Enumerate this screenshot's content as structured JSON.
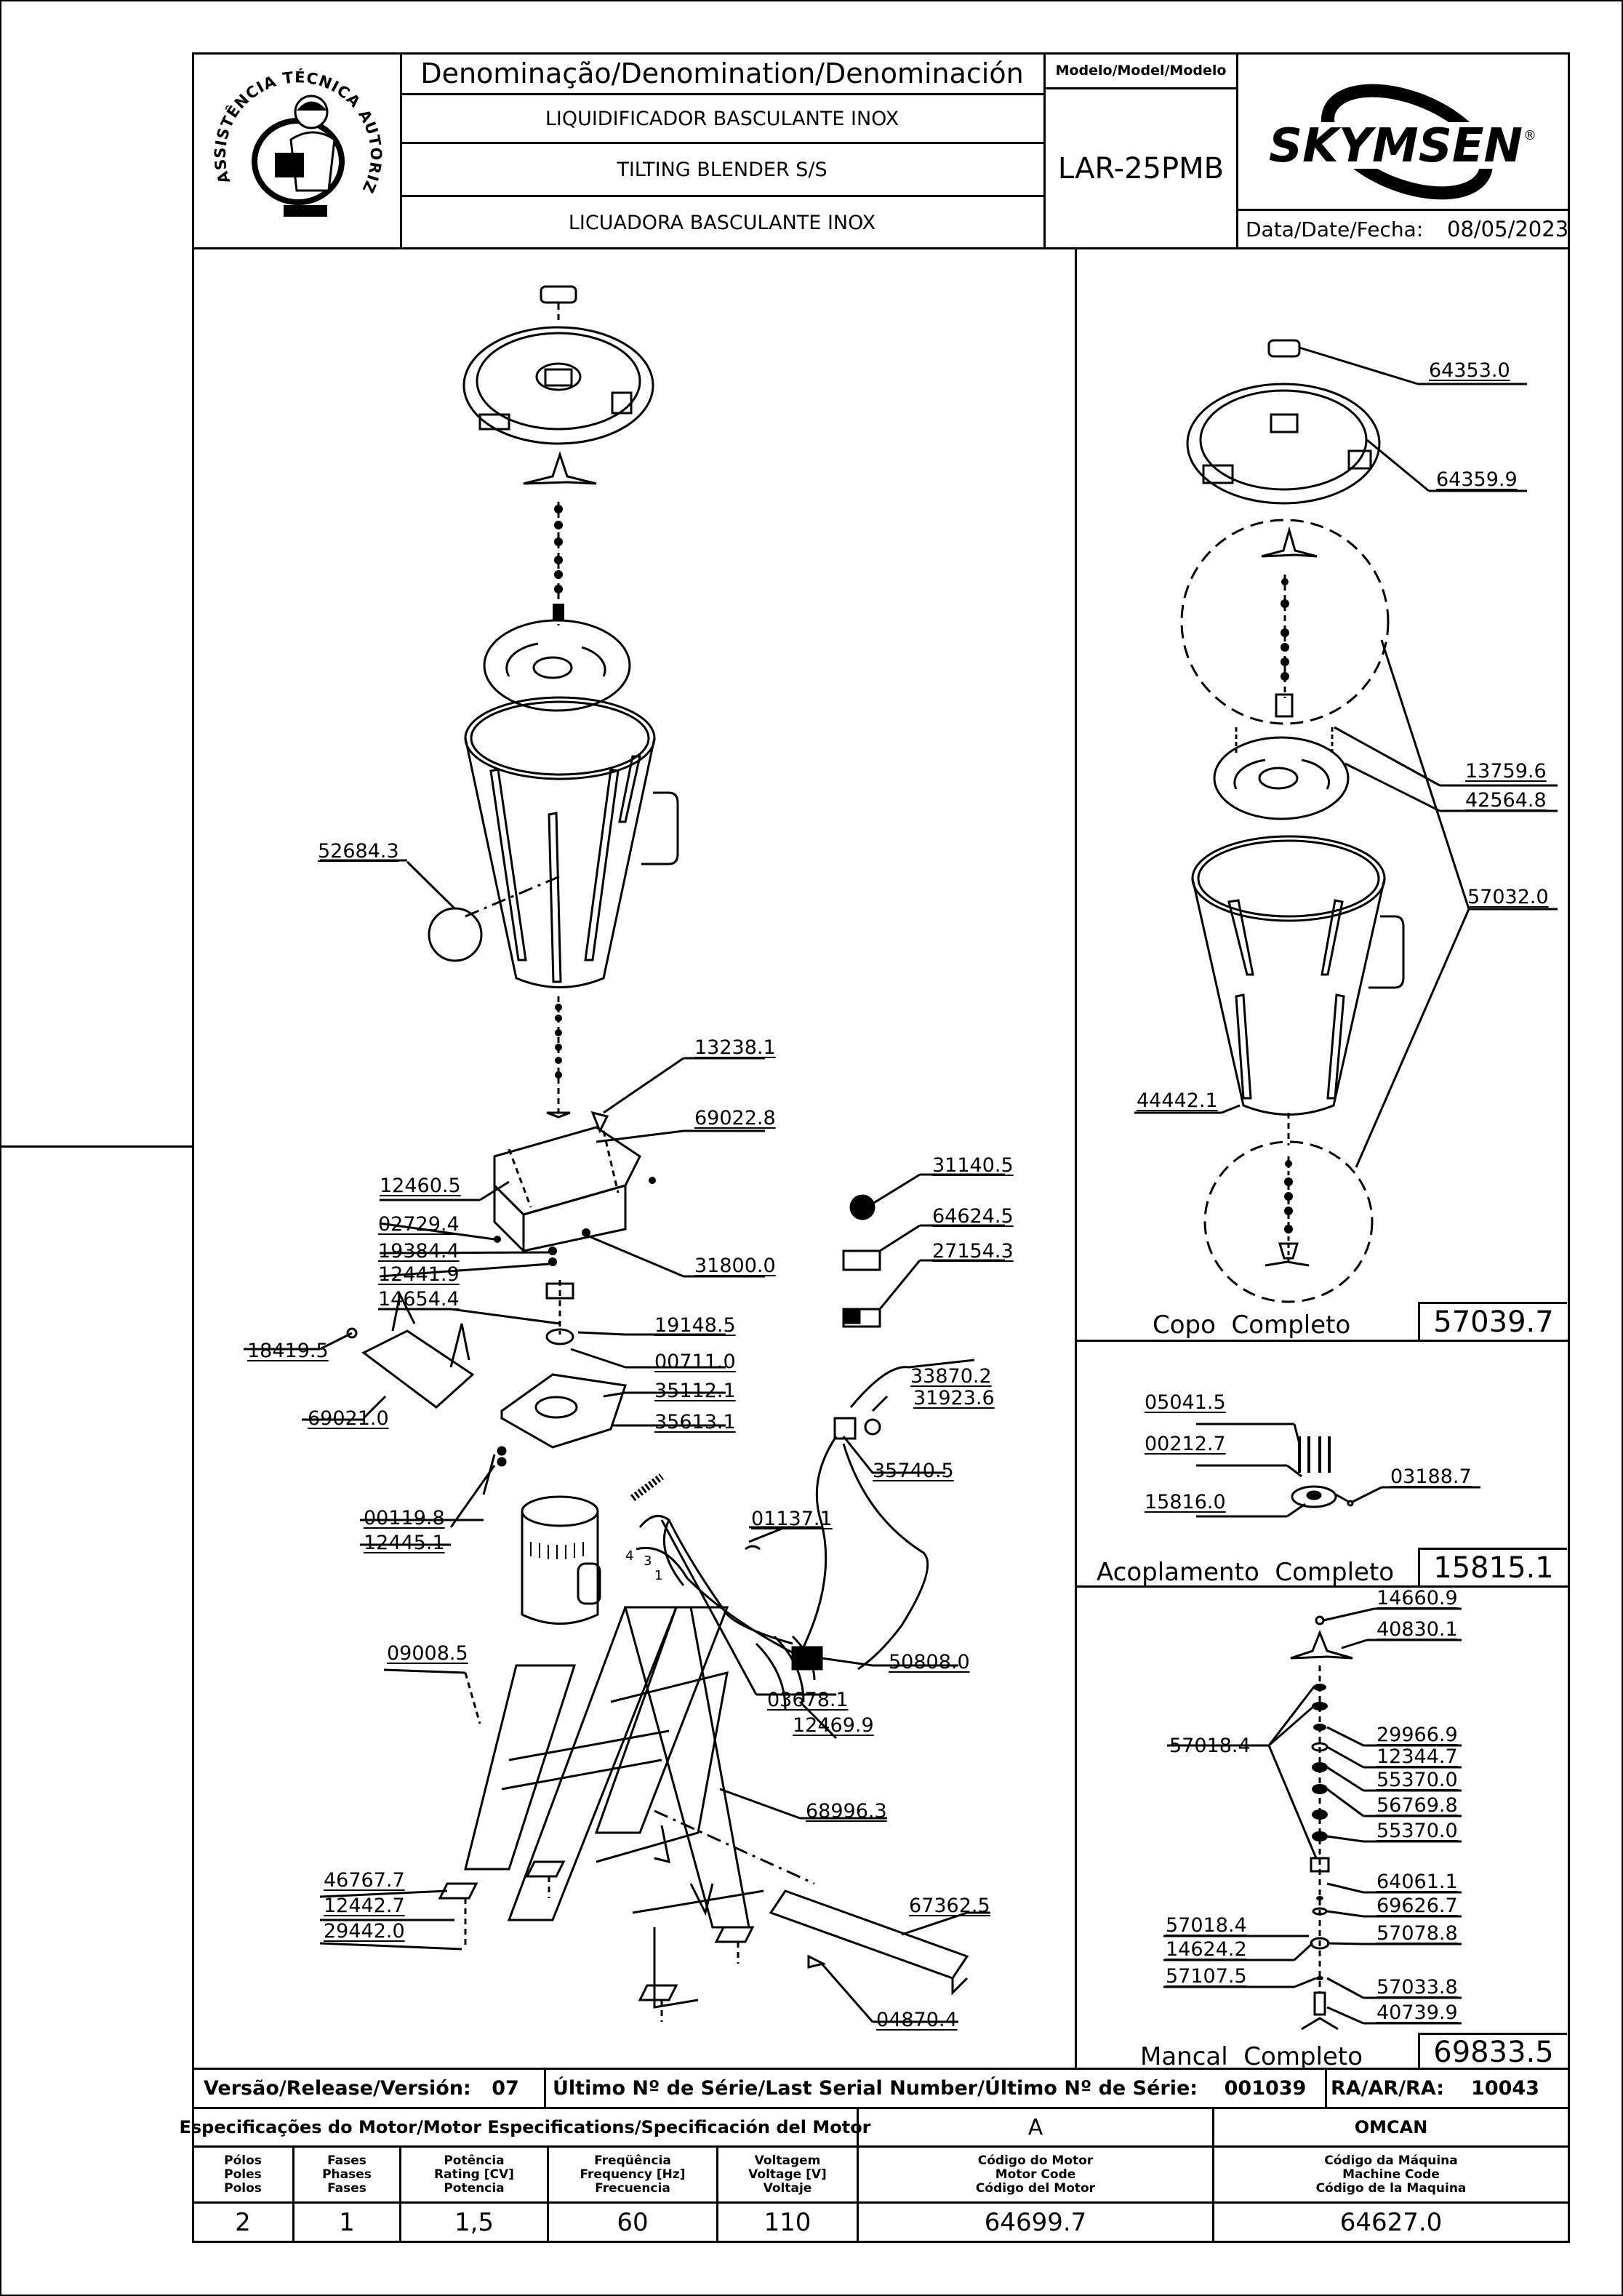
{
  "header": {
    "denomination_title": "Denominação/Denomination/Denominación",
    "names": [
      "LIQUIDIFICADOR  BASCULANTE  INOX",
      "TILTING  BLENDER  S/S",
      "LICUADORA  BASCULANTE  INOX"
    ],
    "model_header": "Modelo/Model/Modelo",
    "model_value": "LAR-25PMB",
    "brand": "SKYMSEN",
    "date_label": "Data/Date/Fecha:",
    "date_value": "08/05/2023",
    "seal_text": "ASSISTÊNCIA TÉCNICA AUTORIZADA"
  },
  "main_parts": {
    "labels": [
      "52684.3",
      "13238.1",
      "69022.8",
      "12460.5",
      "02729.4",
      "19384.4",
      "12441.9",
      "31800.0",
      "14654.4",
      "19148.5",
      "00711.0",
      "35112.1",
      "35613.1",
      "18419.5",
      "69021.0",
      "00119.8",
      "12445.1",
      "31140.5",
      "64624.5",
      "27154.3",
      "33870.2",
      "31923.6",
      "35740.5",
      "01137.1",
      "50808.0",
      "03678.1",
      "09008.5",
      "12469.9",
      "68996.3",
      "46767.7",
      "12442.7",
      "29442.0",
      "67362.5",
      "04870.4"
    ],
    "wire_numbers": [
      "4",
      "3",
      "1"
    ]
  },
  "copo": {
    "labels": [
      "64353.0",
      "64359.9",
      "13759.6",
      "42564.8",
      "57032.0",
      "44442.1"
    ],
    "title": "Copo  Completo",
    "code": "57039.7"
  },
  "acoplamento": {
    "labels": [
      "05041.5",
      "00212.7",
      "15816.0",
      "03188.7"
    ],
    "title": "Acoplamento  Completo",
    "code": "15815.1"
  },
  "mancal": {
    "labels": [
      "14660.9",
      "40830.1",
      "57018.4",
      "29966.9",
      "12344.7",
      "55370.0",
      "56769.8",
      "55370.0",
      "64061.1",
      "69626.7",
      "57018.4",
      "57078.8",
      "14624.2",
      "57107.5",
      "57033.8",
      "40739.9"
    ],
    "title": "Mancal  Completo",
    "code": "69833.5"
  },
  "footer": {
    "version_label": "Versão/Release/Versión:",
    "version_value": "07",
    "serial_label": "Último  Nº  de  Série/Last  Serial  Number/Último  Nº  de  Série:",
    "serial_value": "001039",
    "ra_label": "RA/AR/RA:",
    "ra_value": "10043",
    "motor_spec_label": "Especificações do Motor/Motor Especifications/Specificación del Motor",
    "motor_letter": "A",
    "maker": "OMCAN",
    "col_headers": [
      "Pólos\nPoles\nPolos",
      "Fases\nPhases\nFases",
      "Potência\nRating [CV]\nPotencia",
      "Freqüência\nFrequency [Hz]\nFrecuencia",
      "Voltagem\nVoltage [V]\nVoltaje",
      "Código do Motor\nMotor Code\nCódigo del Motor",
      "Código da Máquina\nMachine Code\nCódigo de la Maquina"
    ],
    "values": [
      "2",
      "1",
      "1,5",
      "60",
      "110",
      "64699.7",
      "64627.0"
    ]
  }
}
